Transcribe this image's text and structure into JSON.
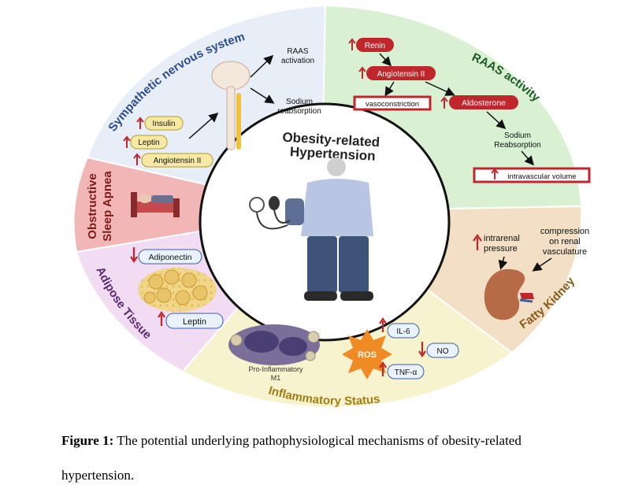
{
  "figure": {
    "center_title_line1": "Obesity-related",
    "center_title_line2": "Hypertension",
    "segments": {
      "sns": {
        "title": "Sympathetic nervous system",
        "out1_line1": "RAAS",
        "out1_line2": "activation",
        "out2_line1": "Sodium",
        "out2_line2": "reabsorption",
        "inputs": [
          "Insulin",
          "Leptin",
          "Angiotensin II"
        ]
      },
      "raas": {
        "title": "RAAS activity",
        "renin": "Renin",
        "angiotensin": "Angiotensin II",
        "vaso": "vasoconstriction",
        "aldosterone": "Aldosterone",
        "sodium_line1": "Sodium",
        "sodium_line2": "Reabsorption",
        "volume": "intravascular volume"
      },
      "osa": {
        "title_line1": "Obstructive",
        "title_line2": "Sleep Apnea"
      },
      "fatty": {
        "title": "Fatty Kidney",
        "left_line1": "intrarenal",
        "left_line2": "pressure",
        "right_line1": "compression",
        "right_line2": "on renal",
        "right_line3": "vasculature"
      },
      "adipose": {
        "title": "Adipose Tissue",
        "top_label": "Adiponectin",
        "bottom_label": "Leptin"
      },
      "inflam": {
        "title": "Inflammatory Status",
        "macro_line1": "Pro-Inflammatory",
        "macro_line2": "M1",
        "ros": "ROS",
        "il6": "IL-6",
        "no": "NO",
        "tnf": "TNF-α"
      }
    },
    "colors": {
      "sns_bg": "#e8eef8",
      "raas_bg": "#d9f0d3",
      "osa_bg": "#f3b6b6",
      "fatty_bg": "#f2dfc5",
      "adipose_bg": "#f1dcf3",
      "inflam_bg": "#f7f3cf",
      "accent_red": "#c0272d",
      "title_blue": "#2b4d8f",
      "title_green": "#1e5a25",
      "title_purple": "#5b2a72",
      "title_gold": "#a07e12",
      "title_brown": "#8a5a16"
    }
  },
  "caption": {
    "label": "Figure 1:",
    "text_line1": " The potential underlying pathophysiological mechanisms of obesity-related",
    "text_line2": "hypertension."
  }
}
